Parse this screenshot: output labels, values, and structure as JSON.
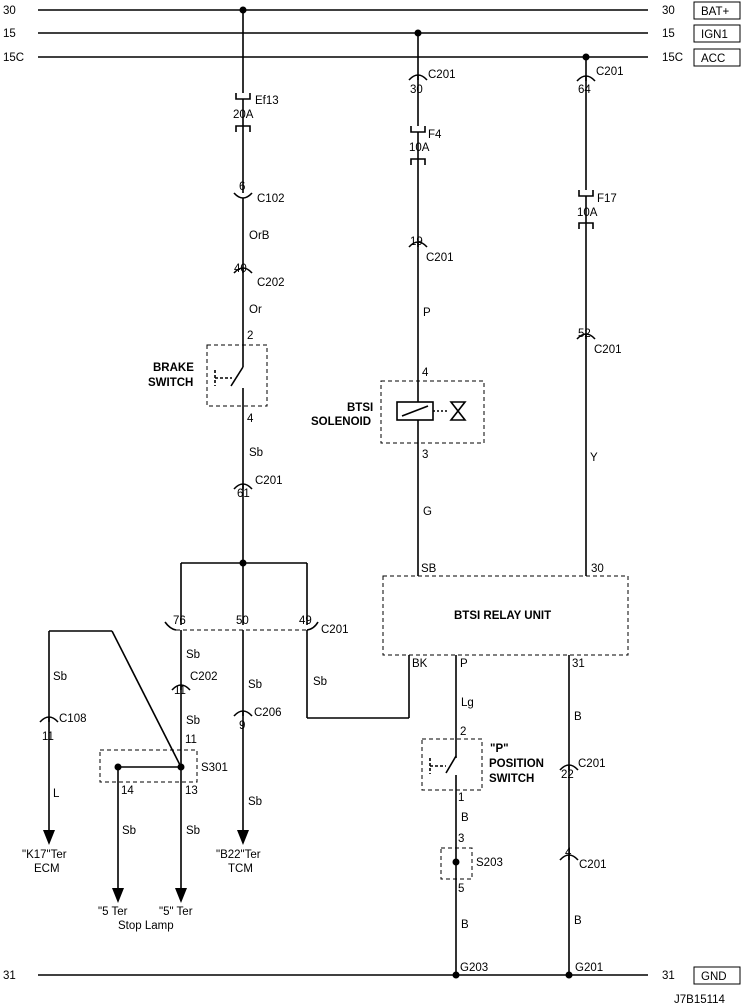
{
  "rails": {
    "bat": {
      "left": "30",
      "right": "30",
      "tag": "BAT+"
    },
    "ign": {
      "left": "15",
      "right": "15",
      "tag": "IGN1"
    },
    "acc": {
      "left": "15C",
      "right": "15C",
      "tag": "ACC"
    },
    "gnd": {
      "left": "31",
      "right": "31",
      "tag": "GND"
    }
  },
  "col1": {
    "fuse_name": "Ef13",
    "fuse_rating": "20A",
    "c102_pin": "6",
    "c102": "C102",
    "wire_orb": "OrB",
    "c202_pin": "40",
    "c202": "C202",
    "wire_or": "Or",
    "brake_pin_top": "2",
    "brake_pin_bot": "4",
    "brake_label_1": "BRAKE",
    "brake_label_2": "SWITCH",
    "wire_sb": "Sb",
    "c201_pin": "61",
    "c201": "C201",
    "pin_76": "76",
    "pin_50": "50",
    "pin_49": "49",
    "c201_b": "C201"
  },
  "col2": {
    "c201_pin_top": "30",
    "c201_top": "C201",
    "fuse_name": "F4",
    "fuse_rating": "10A",
    "c201_pin_19": "19",
    "c201_19": "C201",
    "wire_p": "P",
    "sol_pin_top": "4",
    "sol_pin_bot": "3",
    "sol_label_1": "BTSI",
    "sol_label_2": "SOLENOID",
    "wire_g": "G"
  },
  "col3": {
    "c201_pin_64": "64",
    "c201_64": "C201",
    "fuse_name": "F17",
    "fuse_rating": "10A",
    "c201_pin_52": "52",
    "c201_52": "C201",
    "wire_y": "Y"
  },
  "relay": {
    "title": "BTSI RELAY UNIT",
    "pin_sb": "SB",
    "pin_30": "30",
    "pin_bk": "BK",
    "pin_p": "P",
    "pin_31": "31"
  },
  "lower_left": {
    "wire_sb_1": "Sb",
    "c108_pin": "11",
    "c108": "C108",
    "wire_l": "L",
    "dest_k17_1": "\"K17\"Ter",
    "dest_k17_2": "ECM",
    "wire_sb_2": "Sb",
    "c202_pin": "11",
    "c202": "C202",
    "wire_sb_3": "Sb",
    "s301_pin_top": "11",
    "s301": "S301",
    "s301_pin_14": "14",
    "s301_pin_13": "13",
    "wire_sb_4": "Sb",
    "wire_sb_5": "Sb",
    "dest_5ter_a": "\"5 Ter",
    "dest_5ter_b": "\"5\" Ter",
    "dest_stop": "Stop Lamp",
    "wire_sb_6": "Sb",
    "c206_pin": "9",
    "c206": "C206",
    "wire_sb_7": "Sb",
    "dest_b22_1": "\"B22\"Ter",
    "dest_b22_2": "TCM",
    "wire_sb_8": "Sb"
  },
  "lower_right": {
    "wire_lg": "Lg",
    "pos_pin_top": "2",
    "pos_pin_bot": "1",
    "pos_label_1": "\"P\"",
    "pos_label_2": "POSITION",
    "pos_label_3": "SWITCH",
    "wire_b_1": "B",
    "s203_pin_top": "3",
    "s203": "S203",
    "s203_pin_bot": "5",
    "wire_b_2": "B",
    "g203": "G203",
    "wire_b_3": "B",
    "c201_pin_22": "22",
    "c201_22": "C201",
    "c201_pin_4": "4",
    "c201_4": "C201",
    "wire_b_4": "B",
    "g201": "G201"
  },
  "footer": {
    "code": "J7B15114"
  }
}
